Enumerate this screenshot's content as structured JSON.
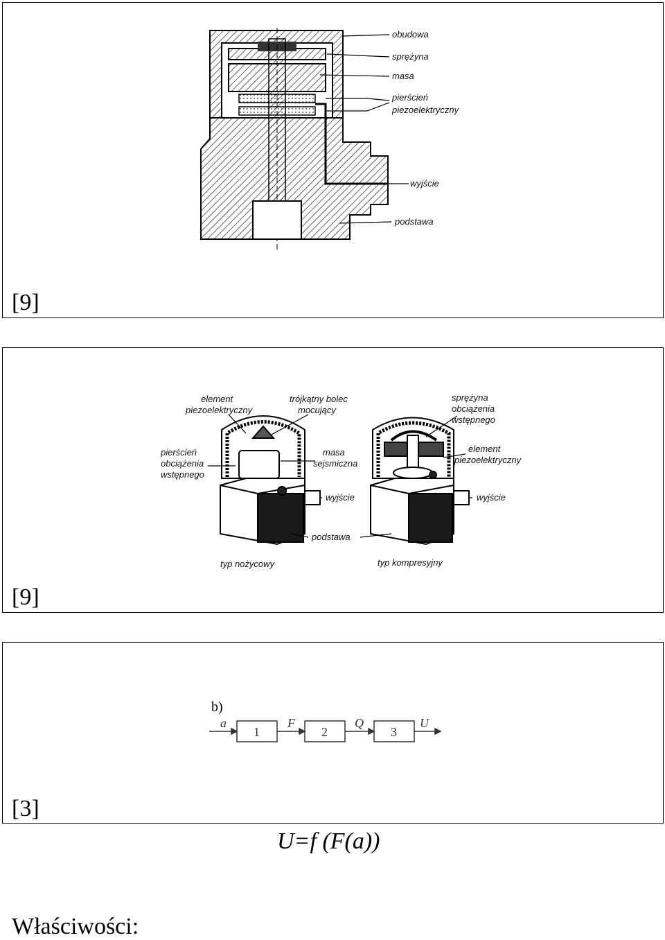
{
  "figure1": {
    "citation": "[9]",
    "labels": {
      "housing": "obudowa",
      "spring": "sprężyna",
      "mass": "masa",
      "ring_line1": "pierścień",
      "ring_line2": "piezoelektryczny",
      "output": "wyjście",
      "base": "podstawa"
    }
  },
  "figure2": {
    "citation": "[9]",
    "labels": {
      "piezo_element_line1": "element",
      "piezo_element_line2": "piezoelektryczny",
      "triangular_pin_line1": "trójkątny bolec",
      "triangular_pin_line2": "mocujący",
      "preload_spring_line1": "sprężyna",
      "preload_spring_line2": "obciążenia",
      "preload_spring_line3": "wstępnego",
      "preload_ring_line1": "pierścień",
      "preload_ring_line2": "obciążenia",
      "preload_ring_line3": "wstępnego",
      "seismic_mass_line1": "masa",
      "seismic_mass_line2": "sejsmiczna",
      "piezo_element2_line1": "element",
      "piezo_element2_line2": "piezoelektryczny",
      "output_left": "wyjście",
      "output_right": "wyjście",
      "base": "podstawa",
      "shear_type": "typ nożycowy",
      "compression_type": "typ kompresyjny"
    }
  },
  "figure3": {
    "citation": "[3]",
    "panel_label": "b)",
    "signals": [
      "a",
      "F",
      "Q",
      "U"
    ],
    "blocks": [
      "1",
      "2",
      "3"
    ]
  },
  "formula": "U=f (F(a))",
  "heading": "Właściwości:"
}
